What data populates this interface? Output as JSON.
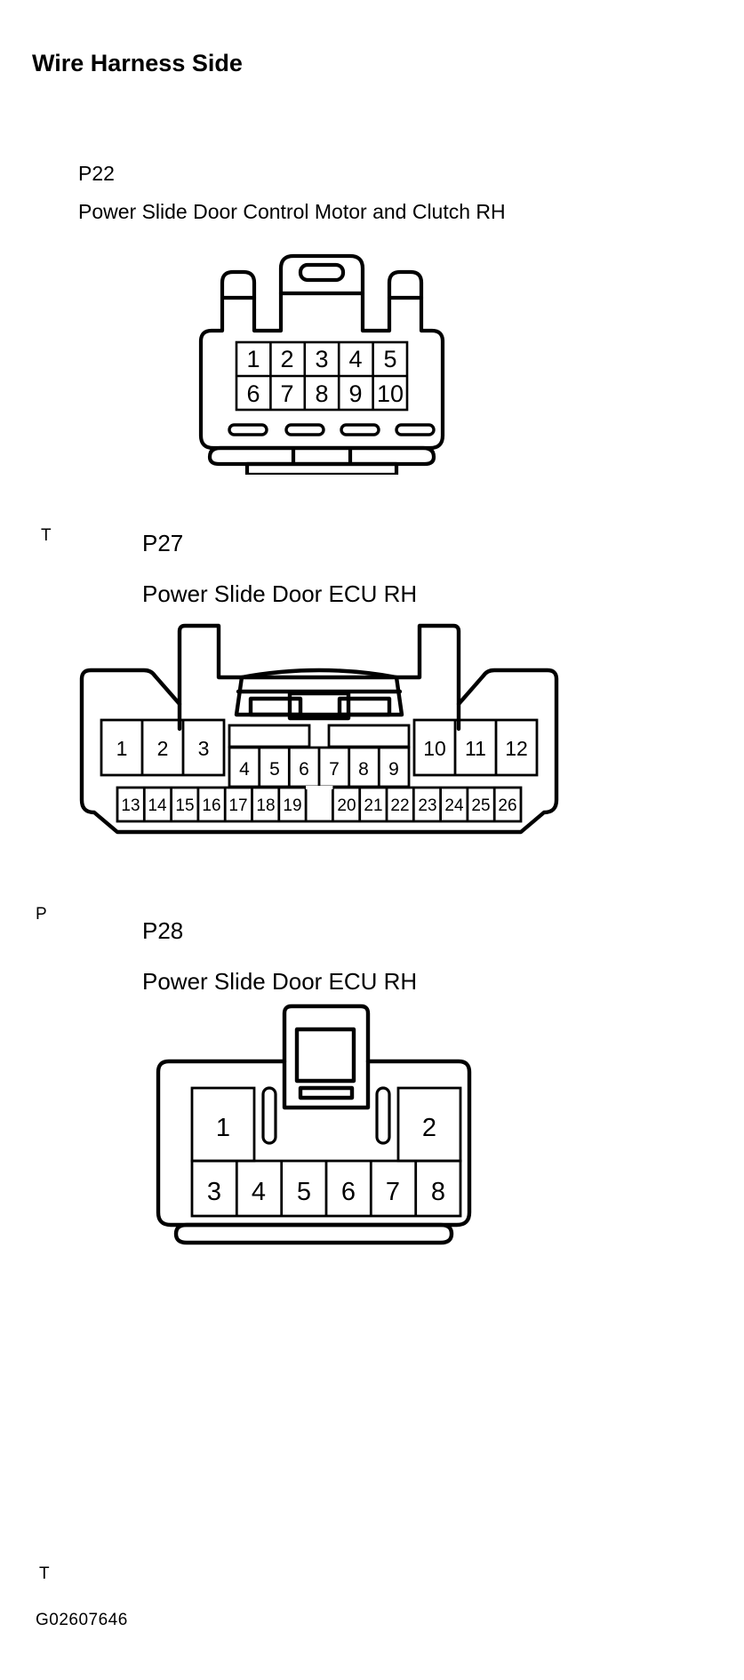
{
  "document": {
    "title": "Wire Harness Side",
    "figure_id": "G02607646"
  },
  "edge_marks": [
    {
      "label": "T",
      "note": "left margin mark beside P27 block"
    },
    {
      "label": "P",
      "note": "left margin mark beside P28 block"
    },
    {
      "label": "T",
      "note": "left margin mark above figure id"
    }
  ],
  "connectors": [
    {
      "code": "P22",
      "description": "Power Slide Door Control Motor and Clutch RH",
      "type": "10-pin rectangular connector",
      "pin_rows": [
        [
          "1",
          "2",
          "3",
          "4",
          "5"
        ],
        [
          "6",
          "7",
          "8",
          "9",
          "10"
        ]
      ],
      "slot_count": 4
    },
    {
      "code": "P27",
      "description": "Power Slide Door ECU RH",
      "type": "26-pin wide ECU connector",
      "pin_groups": {
        "upper_left": [
          "1",
          "2",
          "3"
        ],
        "upper_middle": [
          "4",
          "5",
          "6",
          "7",
          "8",
          "9"
        ],
        "upper_right": [
          "10",
          "11",
          "12"
        ],
        "lower": [
          "13",
          "14",
          "15",
          "16",
          "17",
          "18",
          "19",
          "",
          "20",
          "21",
          "22",
          "23",
          "24",
          "25",
          "26"
        ]
      }
    },
    {
      "code": "P28",
      "description": "Power Slide Door ECU RH",
      "type": "8-pin ECU connector",
      "pin_groups": {
        "upper_left": [
          "1"
        ],
        "upper_right": [
          "2"
        ],
        "lower": [
          "3",
          "4",
          "5",
          "6",
          "7",
          "8"
        ]
      }
    }
  ],
  "style": {
    "ink": "#000000",
    "paper": "#ffffff"
  }
}
